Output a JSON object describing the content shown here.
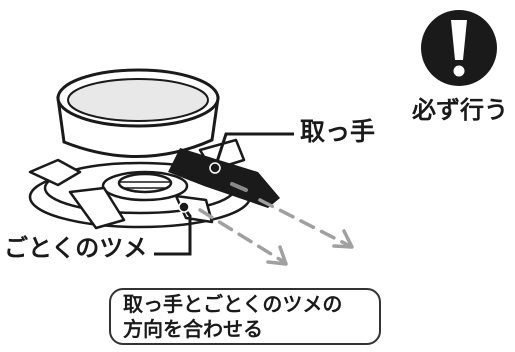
{
  "warning": {
    "icon": "exclamation-circle-icon",
    "label": "必ず行う",
    "color": "#1a1a1a"
  },
  "callouts": {
    "handle": "取っ手",
    "claw": "ごとくのツメ"
  },
  "note": {
    "line1": "取っ手とごとくのツメの",
    "line2": "方向を合わせる"
  },
  "colors": {
    "ink": "#1a1a1a",
    "arrow": "#a0a0a0",
    "pan_inner": "#e8e8e8"
  }
}
